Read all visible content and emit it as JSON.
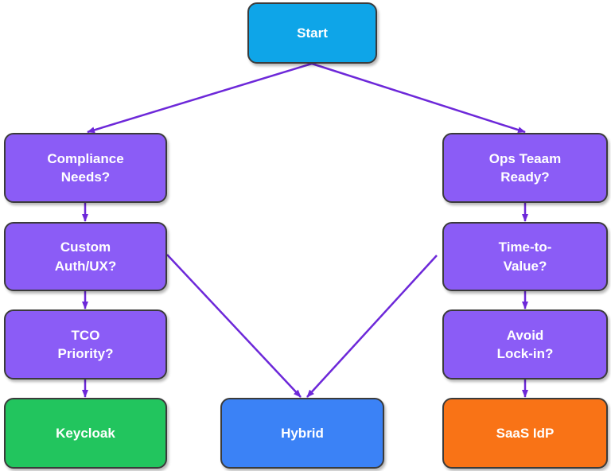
{
  "colors": {
    "start": "#0ea5e8",
    "question": "#8b5cf6",
    "keycloak": "#22c55e",
    "hybrid": "#3b82f6",
    "saas": "#f97316",
    "edge": "#6d28d9",
    "border": "#3b3b3b"
  },
  "nodes": {
    "start": "Start",
    "compliance": "Compliance\nNeeds?",
    "custom_auth": "Custom\nAuth/UX?",
    "tco": "TCO\nPriority?",
    "keycloak": "Keycloak",
    "hybrid": "Hybrid",
    "ops_team": "Ops Teaam\nReady?",
    "time_to_value": "Time-to-\nValue?",
    "lock_in": "Avoid\nLock-in?",
    "saas": "SaaS IdP"
  },
  "edges": [
    {
      "from": "start",
      "to": "compliance"
    },
    {
      "from": "start",
      "to": "ops_team"
    },
    {
      "from": "compliance",
      "to": "custom_auth"
    },
    {
      "from": "custom_auth",
      "to": "tco"
    },
    {
      "from": "tco",
      "to": "keycloak"
    },
    {
      "from": "custom_auth",
      "to": "hybrid"
    },
    {
      "from": "time_to_value",
      "to": "hybrid"
    },
    {
      "from": "ops_team",
      "to": "time_to_value"
    },
    {
      "from": "time_to_value",
      "to": "lock_in"
    },
    {
      "from": "lock_in",
      "to": "saas"
    }
  ]
}
